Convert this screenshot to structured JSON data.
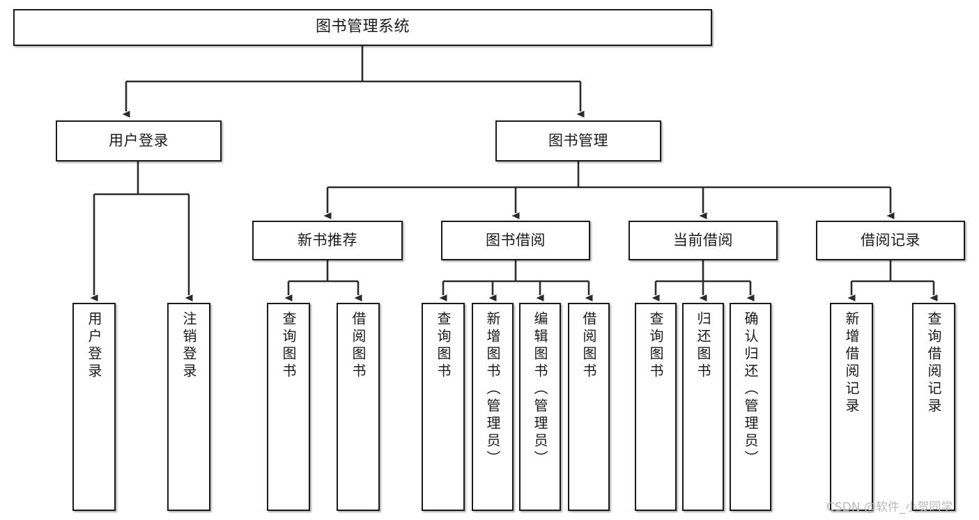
{
  "diagram": {
    "title": "图书管理系统",
    "watermark": "CSDN @软件_小贺同学",
    "line_color": "#1a1a1a",
    "box_fill": "#ffffff",
    "text_color": "#1a1a1a",
    "nodes": {
      "root": {
        "label": "图书管理系统"
      },
      "level2": [
        {
          "label": "用户登录"
        },
        {
          "label": "图书管理"
        }
      ],
      "level3": [
        {
          "label": "新书推荐"
        },
        {
          "label": "图书借阅"
        },
        {
          "label": "当前借阅"
        },
        {
          "label": "借阅记录"
        }
      ],
      "leaves": {
        "user_login": [
          {
            "label": "用户登录"
          },
          {
            "label": "注销登录"
          }
        ],
        "new_book_recommend": [
          {
            "label": "查询图书"
          },
          {
            "label": "借阅图书"
          }
        ],
        "book_borrow": [
          {
            "label": "查询图书"
          },
          {
            "label": "新增图书（管理员）"
          },
          {
            "label": "编辑图书（管理员）"
          },
          {
            "label": "借阅图书"
          }
        ],
        "current_borrow": [
          {
            "label": "查询图书"
          },
          {
            "label": "归还图书"
          },
          {
            "label": "确认归还（管理员）"
          }
        ],
        "borrow_record": [
          {
            "label": "新增借阅记录"
          },
          {
            "label": "查询借阅记录"
          }
        ]
      }
    }
  }
}
